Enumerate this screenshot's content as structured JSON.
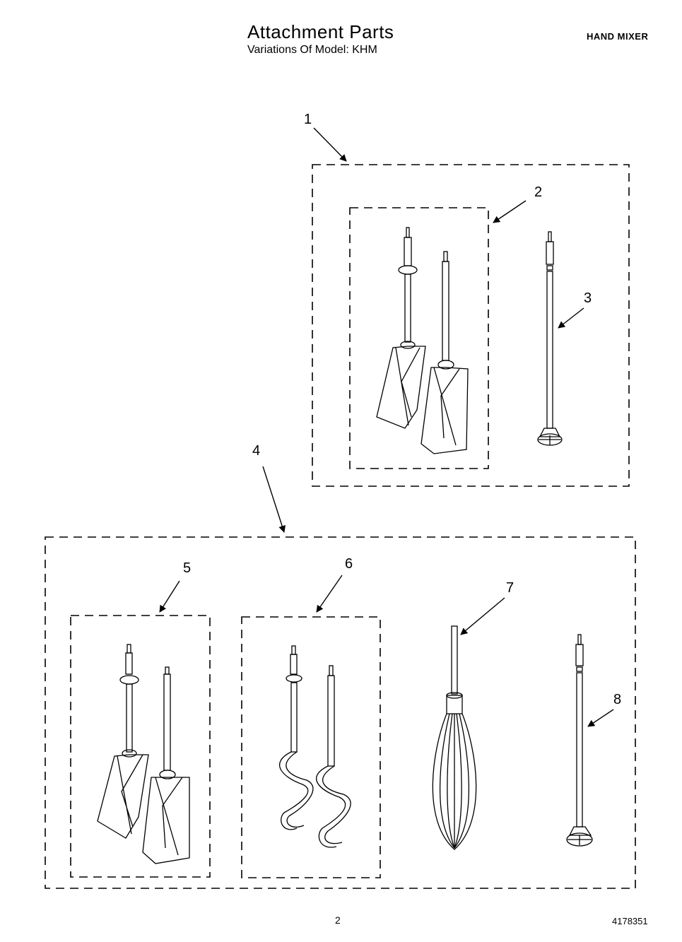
{
  "header": {
    "title": "Attachment Parts",
    "subtitle": "Variations Of Model: KHM",
    "product": "HAND MIXER"
  },
  "footer": {
    "page_number": "2",
    "doc_number": "4178351"
  },
  "callouts": [
    "1",
    "2",
    "3",
    "4",
    "5",
    "6",
    "7",
    "8"
  ]
}
